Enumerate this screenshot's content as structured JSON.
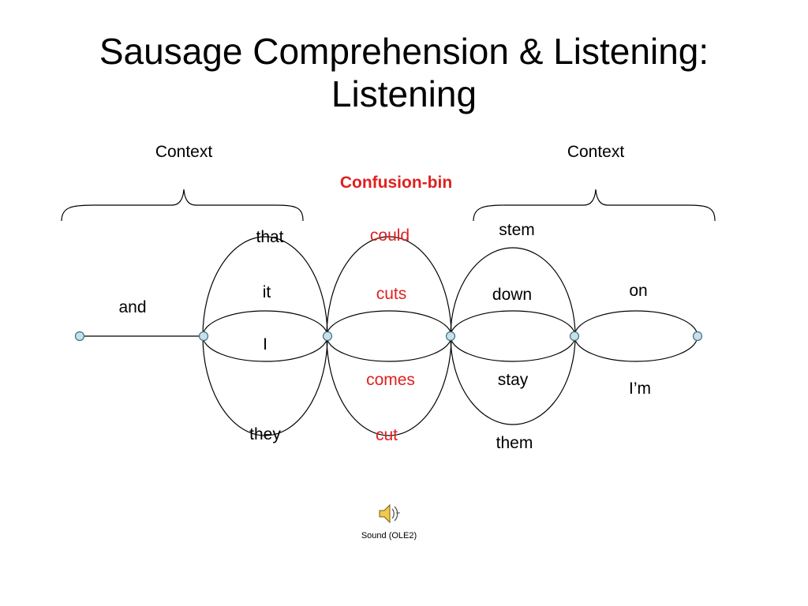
{
  "title": {
    "line1": "Sausage Comprehension & Listening:",
    "line2": "Listening"
  },
  "context_left": "Context",
  "context_right": "Context",
  "confusion_bin": "Confusion-bin",
  "words": {
    "and": "and",
    "that": "that",
    "it": "it",
    "I": "I",
    "they": "they",
    "could": "could",
    "cuts": "cuts",
    "comes": "comes",
    "cut": "cut",
    "stem": "stem",
    "down": "down",
    "stay": "stay",
    "them": "them",
    "on": "on",
    "Im": "I’m"
  },
  "sound_object": {
    "icon": "speaker-icon",
    "caption": "Sound (OLE2)"
  },
  "colors": {
    "highlight": "#e02020",
    "node_fill": "#c8e0e8",
    "node_stroke": "#3a7088"
  }
}
